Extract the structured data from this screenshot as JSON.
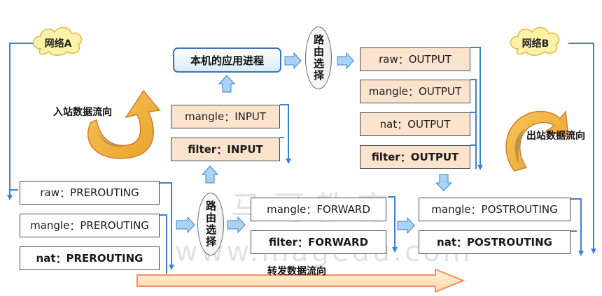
{
  "clouds": {
    "a": "网络A",
    "b": "网络B"
  },
  "app_process": "本机的应用进程",
  "routing_decision": "路由选择",
  "flows": {
    "inbound": "入站数据流向",
    "outbound": "出站数据流向",
    "forward": "转发数据流向"
  },
  "separator": "：",
  "prerouting": [
    {
      "table": "raw",
      "chain": "PREROUTING"
    },
    {
      "table": "mangle",
      "chain": "PREROUTING"
    },
    {
      "table": "nat",
      "chain": "PREROUTING"
    }
  ],
  "input": [
    {
      "table": "mangle",
      "chain": "INPUT"
    },
    {
      "table": "filter",
      "chain": "INPUT"
    }
  ],
  "forward": [
    {
      "table": "mangle",
      "chain": "FORWARD"
    },
    {
      "table": "filter",
      "chain": "FORWARD"
    }
  ],
  "output": [
    {
      "table": "raw",
      "chain": "OUTPUT"
    },
    {
      "table": "mangle",
      "chain": "OUTPUT"
    },
    {
      "table": "nat",
      "chain": "OUTPUT"
    },
    {
      "table": "filter",
      "chain": "OUTPUT"
    }
  ],
  "postrouting": [
    {
      "table": "mangle",
      "chain": "POSTROUTING"
    },
    {
      "table": "nat",
      "chain": "POSTROUTING"
    }
  ],
  "watermark": {
    "cn": "马哥教育",
    "url": "www.magedu.com"
  },
  "colors": {
    "line": "#3b82d6",
    "arrow_fill": "#a9d3f4",
    "arrow_stroke": "#3b82d6",
    "tan_box": "#fbe3cd",
    "flow_arrow_outer": "#f58a6b",
    "flow_arrow_inner": "#fde9bd",
    "curve_arrow_outer": "#f2b53c",
    "curve_arrow_inner": "#a58a4e",
    "cloud_fill": "#fdf2a8"
  }
}
